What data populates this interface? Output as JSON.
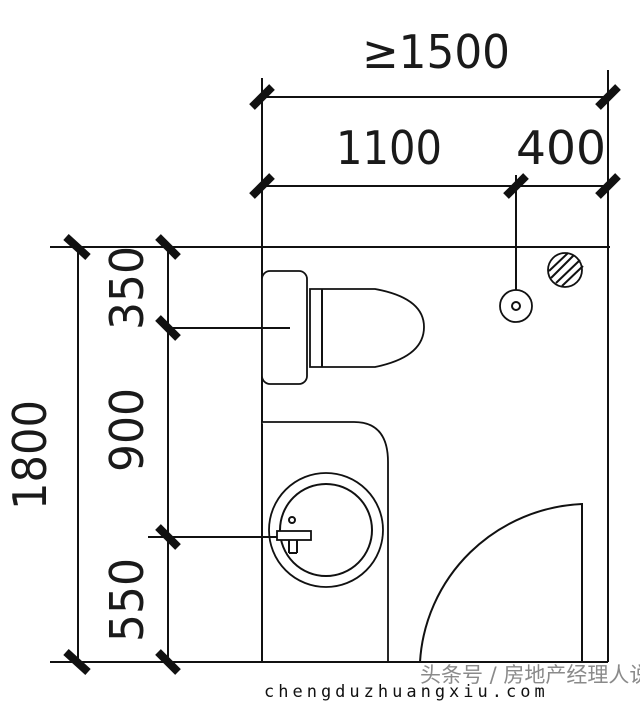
{
  "dimensions": {
    "overall_width": "≥1500",
    "toilet_zone_width": "1100",
    "shower_zone_width": "400",
    "overall_depth": "1800",
    "toilet_depth": "350",
    "middle_depth": "900",
    "basin_depth": "550"
  },
  "watermark": {
    "source": "头条号 / 房地产经理人说明",
    "url": "chengduzhuangxiu.com"
  }
}
